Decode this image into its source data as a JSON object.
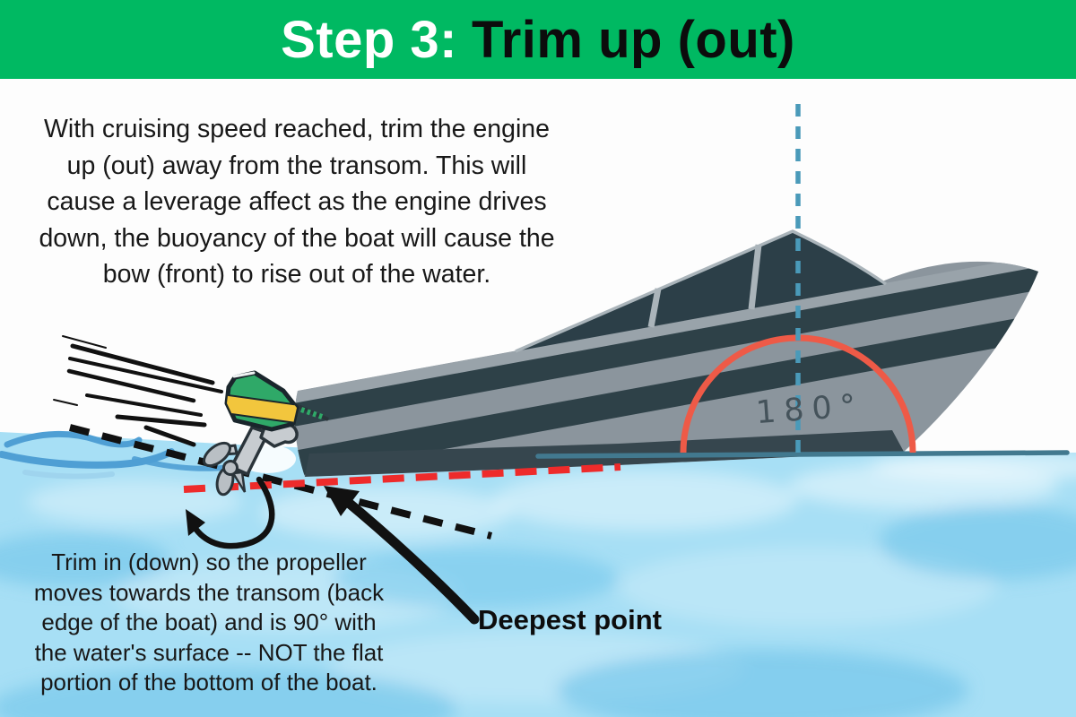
{
  "header": {
    "step_label": "Step 3:",
    "title": "Trim up (out)"
  },
  "instructions": {
    "top": "With cruising speed reached, trim the engine\nup (out) away from the transom.  This will\ncause a leverage affect as the engine drives\ndown, the buoyancy of the boat will cause the\nbow (front) to rise out of the water.",
    "bottom": "Trim in (down) so the propeller\nmoves towards the transom (back\nedge of the boat) and is 90° with\nthe water's surface -- NOT the flat\nportion of the bottom of the boat."
  },
  "diagram": {
    "angle_label": "180°",
    "deepest_point_label": "Deepest point"
  },
  "colors": {
    "header_bg": "#00b962",
    "page_bg": "#fdfdfd",
    "body_text": "#181818",
    "water": "#a7dff5",
    "water_deep": "#66c0e8",
    "water_light": "#e2f5fc",
    "wave_stroke": "#4f9fd4",
    "hull": "#8b959d",
    "hull_light_band": "#99a3aa",
    "hull_dark_stripe": "#2e4148",
    "hull_keel": "#36464e",
    "cabin_glass": "#2c3f48",
    "cabin_trim": "#aab4ba",
    "motor_green": "#2fa968",
    "motor_yellow": "#f2c63d",
    "motor_gray": "#c7ccd0",
    "outline_dark": "#1a262c",
    "waterline_teal": "#42798f",
    "arc_red": "#ee5a47",
    "dash_red": "#ee2b2b",
    "dash_blue": "#4a9ab9",
    "ink_black": "#111111",
    "angle_text": "#45535b"
  }
}
